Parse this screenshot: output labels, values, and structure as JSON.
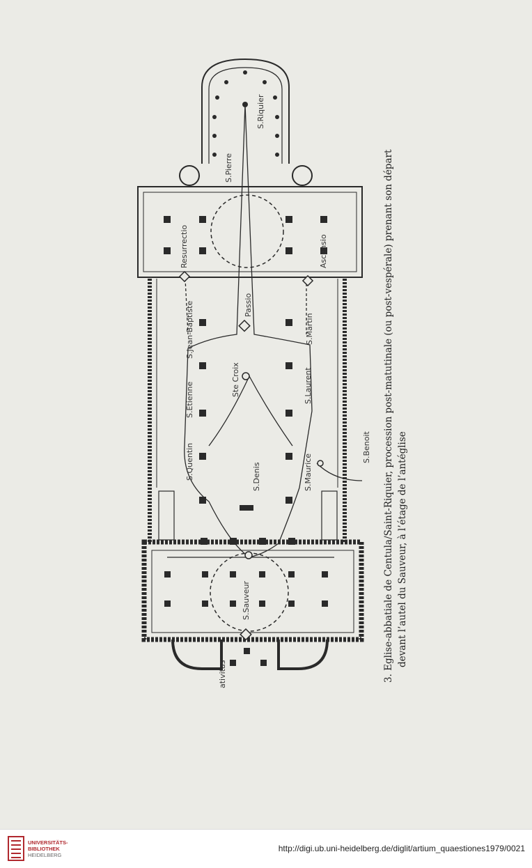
{
  "caption": {
    "line1": "3. Eglise-abbatiale de Centula/Saint-Riquier, procession post-matutinale (ou post-vespérale) prenant son départ",
    "line2": "devant l’autel du Sauveur, à l’étage de l’antéglise"
  },
  "plan_labels": {
    "riquier": "S.Riquier",
    "pierre": "S.Pierre",
    "resurrectio": "Resurrectio",
    "ascensio": "Ascensio",
    "passio": "Passio",
    "jean": "S.Jean-Baptiste",
    "martin": "S.Martin",
    "croix": "Ste Croix",
    "etienne": "S.Etienne",
    "laurent": "S.Laurent",
    "quentin": "S.Quentin",
    "maurice": "S.Maurice",
    "benoit": "S.Benoit",
    "denis": "S.Denis",
    "sauveur": "S.Sauveur",
    "nativitas": "ativitas"
  },
  "footer": {
    "logo_line1": "UNIVERSITÄTS-",
    "logo_line2": "BIBLIOTHEK",
    "logo_line3": "HEIDELBERG",
    "url": "http://digi.ub.uni-heidelberg.de/diglit/artium_quaestiones1979/0021"
  }
}
